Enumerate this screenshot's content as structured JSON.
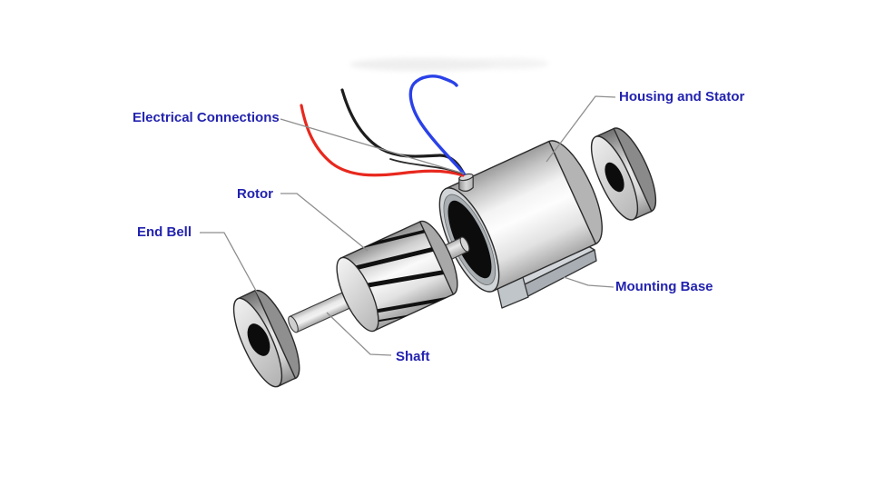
{
  "diagram": {
    "type": "exploded-view electric motor parts diagram",
    "labels": {
      "electrical_connections": "Electrical Connections",
      "housing_stator": "Housing and Stator",
      "rotor": "Rotor",
      "end_bell": "End Bell",
      "shaft": "Shaft",
      "mounting_base": "Mounting Base"
    },
    "colors": {
      "background": "#ffffff",
      "label_text": "#2323b0",
      "leader_line": "#8e8e8e",
      "wire_red": "#e8281e",
      "wire_black": "#1d1d1d",
      "wire_blue": "#2a41e8",
      "outline": "#2a2a2a",
      "metal_light": "#f5f5f5",
      "metal_mid": "#c4c4c4",
      "metal_dark": "#8f8f8f",
      "hole": "#0c0c0c"
    }
  }
}
